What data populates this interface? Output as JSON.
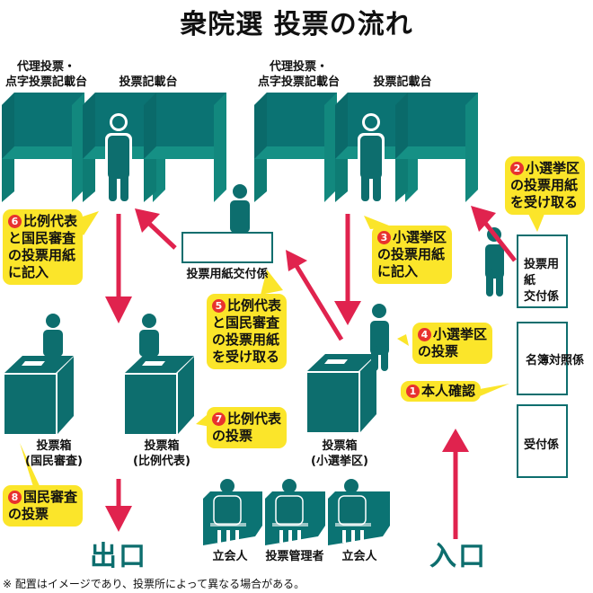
{
  "title": "衆院選 投票の流れ",
  "booth_labels": {
    "proxy_left": [
      "代理投票・",
      "点字投票記載台"
    ],
    "regular_left": "投票記載台",
    "proxy_right": [
      "代理投票・",
      "点字投票記載台"
    ],
    "regular_right": "投票記載台"
  },
  "stations": {
    "ballot_issue_center": "投票用紙交付係",
    "ballot_issue_right": [
      "投票用紙",
      "交付係"
    ],
    "register_check": "名簿対照係",
    "reception": "受付係"
  },
  "ballot_boxes": [
    {
      "line1": "投票箱",
      "line2": "(国民審査)"
    },
    {
      "line1": "投票箱",
      "line2": "(比例代表)"
    },
    {
      "line1": "投票箱",
      "line2": "(小選挙区)"
    }
  ],
  "steps": [
    {
      "num": "1",
      "lines": [
        "本人確認"
      ]
    },
    {
      "num": "2",
      "lines": [
        "小選挙区",
        "の投票用紙",
        "を受け取る"
      ]
    },
    {
      "num": "3",
      "lines": [
        "小選挙区",
        "の投票用紙",
        "に記入"
      ]
    },
    {
      "num": "4",
      "lines": [
        "小選挙区",
        "の投票"
      ]
    },
    {
      "num": "5",
      "lines": [
        "比例代表",
        "と国民審査",
        "の投票用紙",
        "を受け取る"
      ]
    },
    {
      "num": "6",
      "lines": [
        "比例代表",
        "と国民審査",
        "の投票用紙",
        "に記入"
      ]
    },
    {
      "num": "7",
      "lines": [
        "比例代表",
        "の投票"
      ]
    },
    {
      "num": "8",
      "lines": [
        "国民審査",
        "の投票"
      ]
    }
  ],
  "observers": [
    "立会人",
    "投票管理者",
    "立会人"
  ],
  "exit_label": "出口",
  "entrance_label": "入口",
  "footnote": "※ 配置はイメージであり、投票所によって異なる場合がある。",
  "colors": {
    "teal": "#0d6e6e",
    "arrow_red": "#e0234e",
    "bubble_yellow": "#fbe52a",
    "number_red": "#e8322e"
  }
}
